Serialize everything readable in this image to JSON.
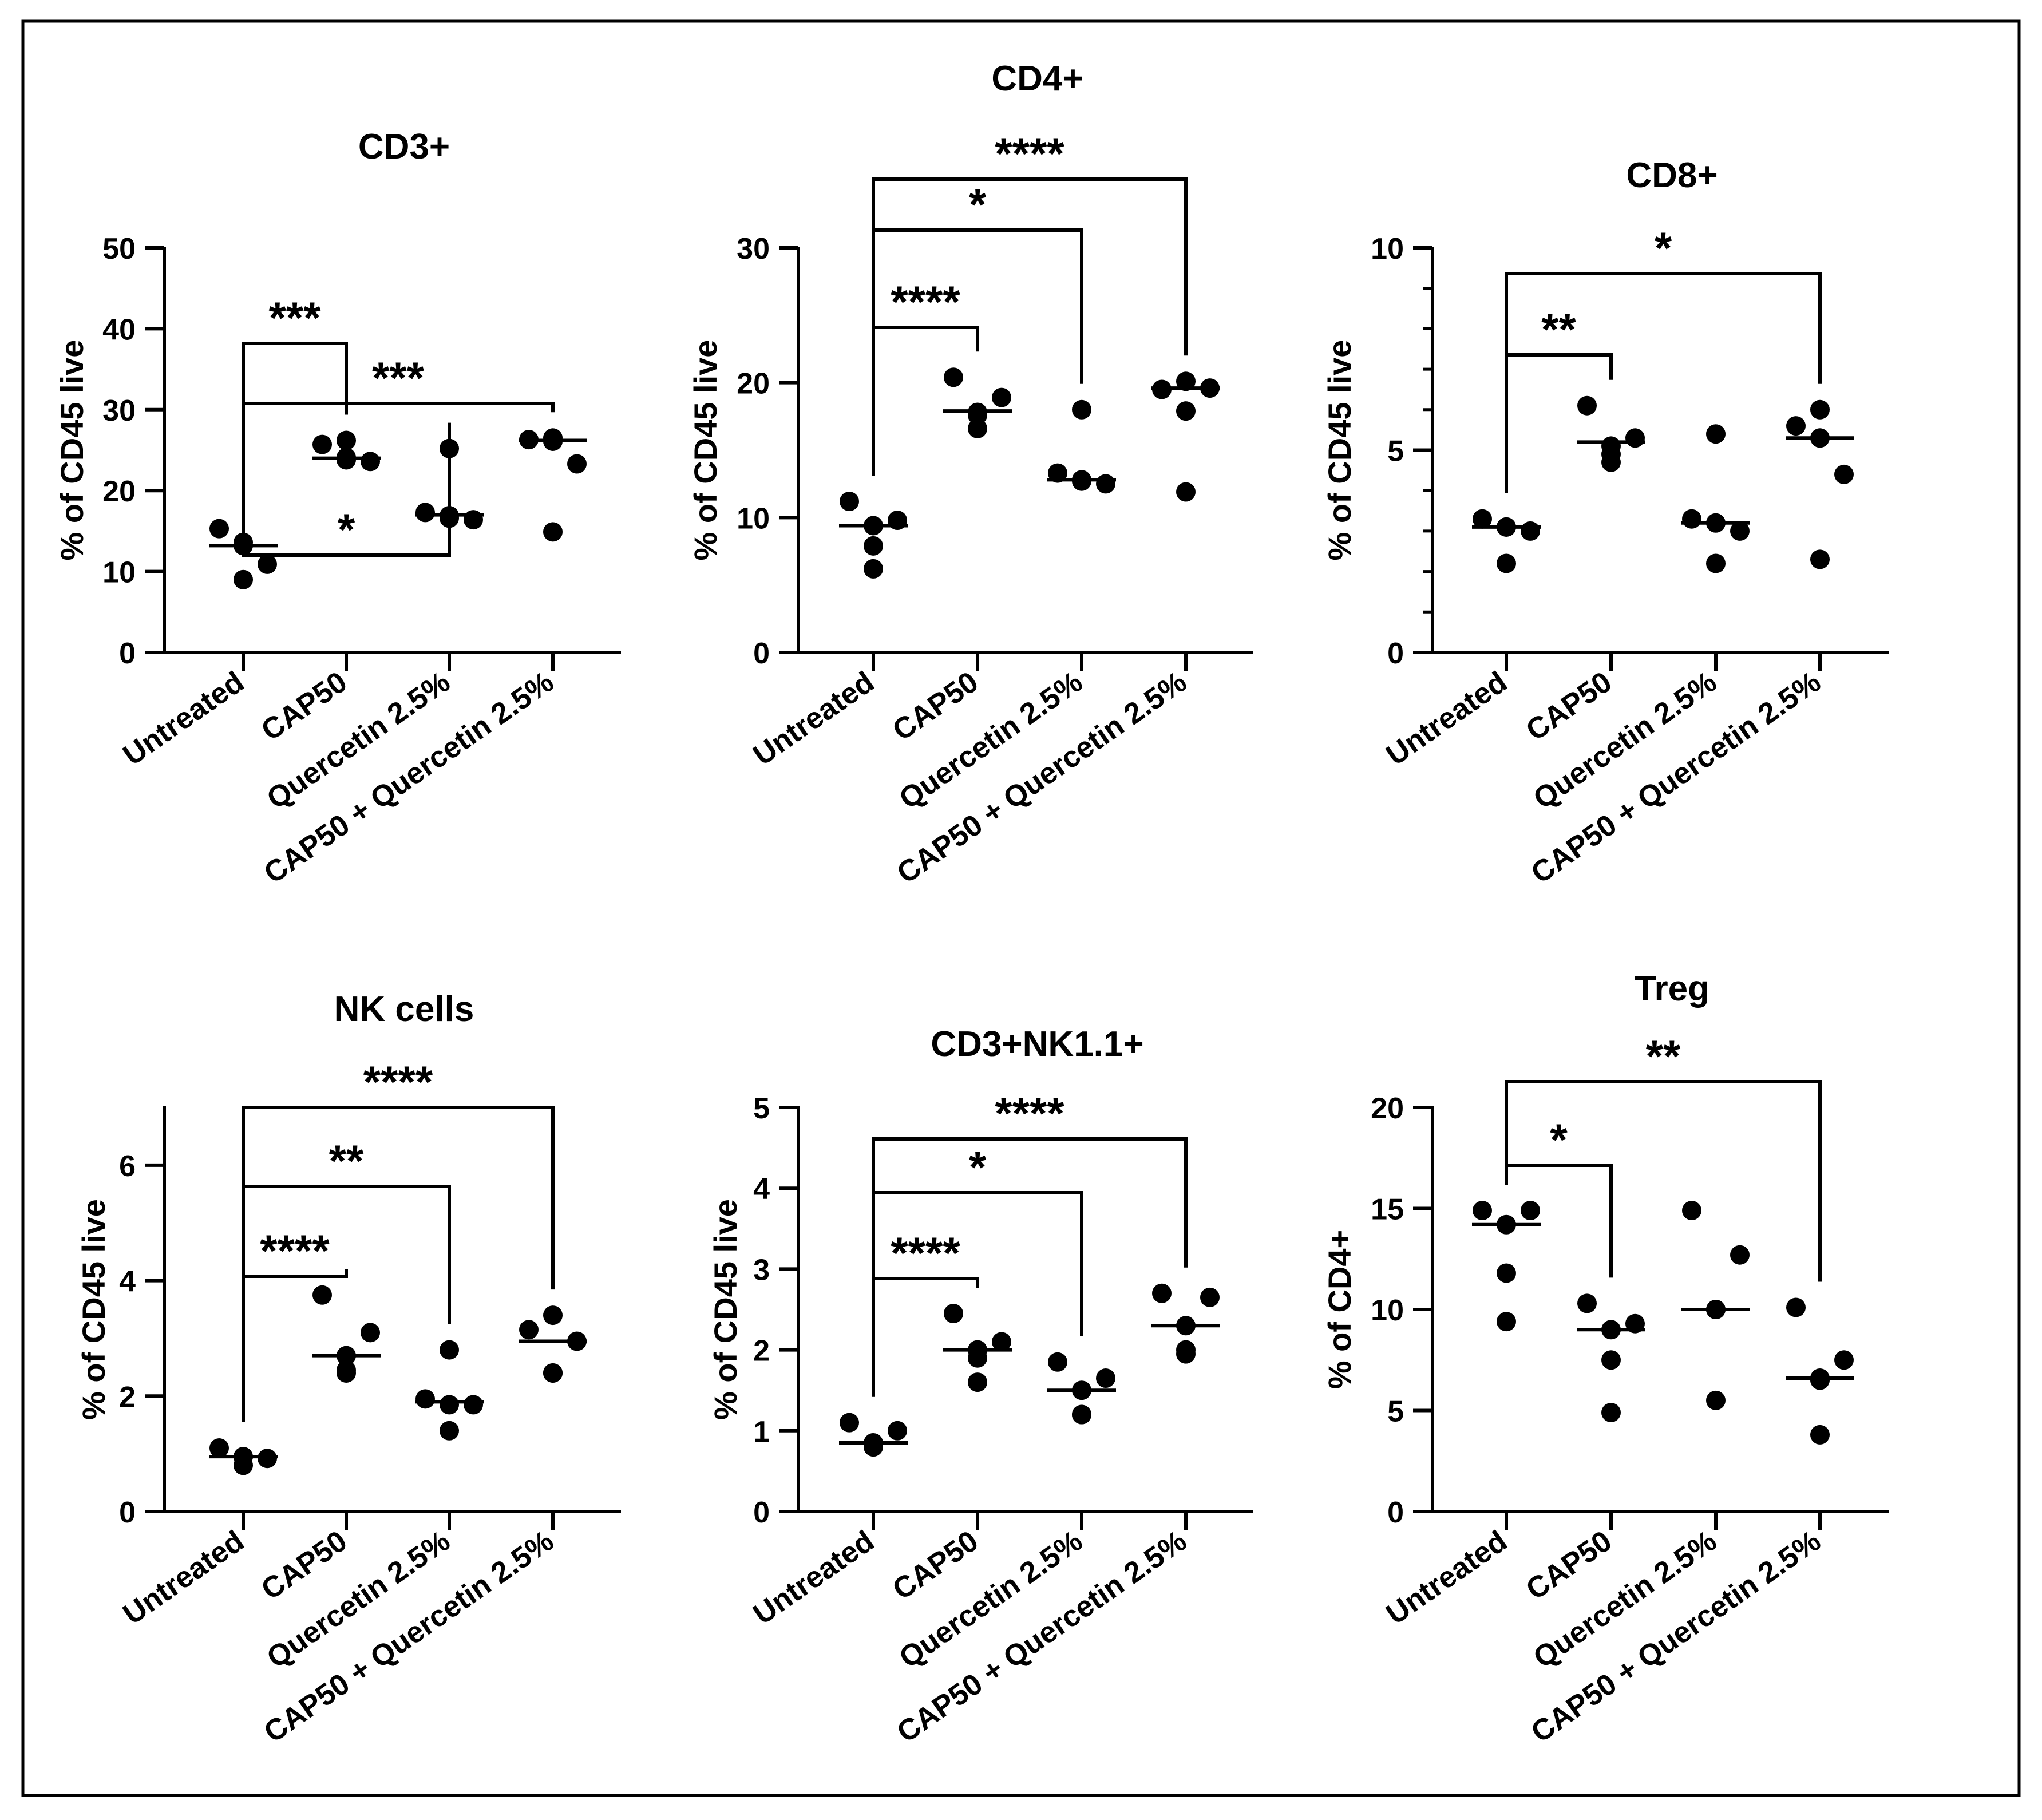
{
  "figure": {
    "categories": [
      "Untreated",
      "CAP50",
      "Quercetin 2.5%",
      "CAP50 + Quercetin 2.5%"
    ]
  },
  "chart_data": [
    {
      "type": "scatter",
      "title": "CD3+",
      "ylabel": "% of CD45 live",
      "categories": [
        "Untreated",
        "CAP50",
        "Quercetin 2.5%",
        "CAP50 + Quercetin 2.5%"
      ],
      "ylim": [
        0,
        50
      ],
      "yticks": [
        0,
        10,
        20,
        30,
        40,
        50
      ],
      "minor_ticks": false,
      "points": [
        [
          13.2,
          15.3,
          10.9,
          9.0,
          13.6
        ],
        [
          26.2,
          25.7,
          23.6,
          24.1,
          23.8
        ],
        [
          25.2,
          17.3,
          16.4,
          16.9,
          16.6
        ],
        [
          26.5,
          26.3,
          23.3,
          14.9,
          26.1
        ]
      ],
      "medians": [
        13.2,
        24.0,
        17.0,
        26.2
      ],
      "comparisons": [
        {
          "from": 0,
          "to": 2,
          "label": "*"
        },
        {
          "from": 0,
          "to": 1,
          "label": "***"
        },
        {
          "from": 0,
          "to": 3,
          "label": "***"
        }
      ]
    },
    {
      "type": "scatter",
      "title": "CD4+",
      "ylabel": "% of CD45 live",
      "categories": [
        "Untreated",
        "CAP50",
        "Quercetin 2.5%",
        "CAP50 + Quercetin 2.5%"
      ],
      "ylim": [
        0,
        30
      ],
      "yticks": [
        0,
        10,
        20,
        30
      ],
      "minor_ticks": false,
      "points": [
        [
          9.4,
          11.2,
          9.8,
          6.2,
          7.9
        ],
        [
          17.8,
          20.4,
          18.9,
          16.6,
          17.6
        ],
        [
          18.0,
          13.3,
          12.5,
          12.7,
          12.8
        ],
        [
          20.1,
          19.5,
          19.6,
          17.9,
          11.9
        ]
      ],
      "medians": [
        9.4,
        17.9,
        12.8,
        19.6
      ],
      "comparisons": [
        {
          "from": 0,
          "to": 3,
          "label": "****"
        },
        {
          "from": 0,
          "to": 2,
          "label": "*"
        },
        {
          "from": 0,
          "to": 1,
          "label": "****"
        }
      ]
    },
    {
      "type": "scatter",
      "title": "CD8+",
      "ylabel": "% of CD45 live",
      "categories": [
        "Untreated",
        "CAP50",
        "Quercetin 2.5%",
        "CAP50 + Quercetin 2.5%"
      ],
      "ylim": [
        0,
        10
      ],
      "yticks": [
        0,
        5,
        10
      ],
      "minor_ticks": true,
      "points": [
        [
          3.1,
          3.3,
          3.0,
          2.2,
          3.1
        ],
        [
          5.1,
          6.1,
          5.3,
          4.7,
          4.9
        ],
        [
          5.4,
          3.3,
          3.0,
          2.2,
          3.2
        ],
        [
          6.0,
          5.6,
          4.4,
          2.3,
          5.3
        ]
      ],
      "medians": [
        3.1,
        5.2,
        3.2,
        5.3
      ],
      "comparisons": [
        {
          "from": 0,
          "to": 3,
          "label": "*"
        },
        {
          "from": 0,
          "to": 1,
          "label": "**"
        }
      ]
    },
    {
      "type": "scatter",
      "title": "NK cells",
      "ylabel": "% of CD45 live",
      "categories": [
        "Untreated",
        "CAP50",
        "Quercetin 2.5%",
        "CAP50 + Quercetin 2.5%"
      ],
      "ylim": [
        0,
        7
      ],
      "yticks": [
        0,
        2,
        4,
        6
      ],
      "minor_ticks": false,
      "points": [
        [
          0.95,
          1.1,
          0.92,
          0.8,
          0.95
        ],
        [
          2.7,
          3.75,
          3.1,
          2.4,
          2.45
        ],
        [
          2.8,
          1.95,
          1.85,
          1.85,
          1.4
        ],
        [
          3.4,
          3.15,
          2.95,
          2.4,
          2.4
        ]
      ],
      "medians": [
        0.95,
        2.7,
        1.9,
        2.95
      ],
      "comparisons": [
        {
          "from": 0,
          "to": 3,
          "label": "****"
        },
        {
          "from": 0,
          "to": 2,
          "label": "**"
        },
        {
          "from": 0,
          "to": 1,
          "label": "****"
        }
      ]
    },
    {
      "type": "scatter",
      "title": "CD3+NK1.1+",
      "ylabel": "% of CD45 live",
      "categories": [
        "Untreated",
        "CAP50",
        "Quercetin 2.5%",
        "CAP50 + Quercetin 2.5%"
      ],
      "ylim": [
        0,
        5
      ],
      "yticks": [
        0,
        1,
        2,
        3,
        4,
        5
      ],
      "minor_ticks": false,
      "points": [
        [
          0.85,
          1.1,
          1.0,
          0.8,
          0.8
        ],
        [
          2.0,
          2.45,
          2.1,
          1.6,
          1.9
        ],
        [
          1.5,
          1.85,
          1.65,
          1.2,
          1.2
        ],
        [
          2.3,
          2.7,
          2.65,
          1.95,
          2.0
        ]
      ],
      "medians": [
        0.85,
        2.0,
        1.5,
        2.3
      ],
      "comparisons": [
        {
          "from": 0,
          "to": 3,
          "label": "****"
        },
        {
          "from": 0,
          "to": 2,
          "label": "*"
        },
        {
          "from": 0,
          "to": 1,
          "label": "****"
        }
      ]
    },
    {
      "type": "scatter",
      "title": "Treg",
      "ylabel": "% of CD4+",
      "categories": [
        "Untreated",
        "CAP50",
        "Quercetin 2.5%",
        "CAP50 + Quercetin 2.5%"
      ],
      "ylim": [
        0,
        20
      ],
      "yticks": [
        0,
        5,
        10,
        15,
        20
      ],
      "minor_ticks": false,
      "points": [
        [
          14.2,
          14.9,
          14.9,
          11.8,
          9.4
        ],
        [
          9.0,
          10.3,
          9.3,
          7.5,
          4.9
        ],
        [
          10.0,
          14.9,
          12.7,
          10.0,
          5.5
        ],
        [
          6.6,
          10.1,
          7.5,
          6.5,
          3.8
        ]
      ],
      "medians": [
        14.2,
        9.0,
        10.0,
        6.6
      ],
      "comparisons": [
        {
          "from": 0,
          "to": 3,
          "label": "**"
        },
        {
          "from": 0,
          "to": 1,
          "label": "*"
        }
      ]
    }
  ]
}
